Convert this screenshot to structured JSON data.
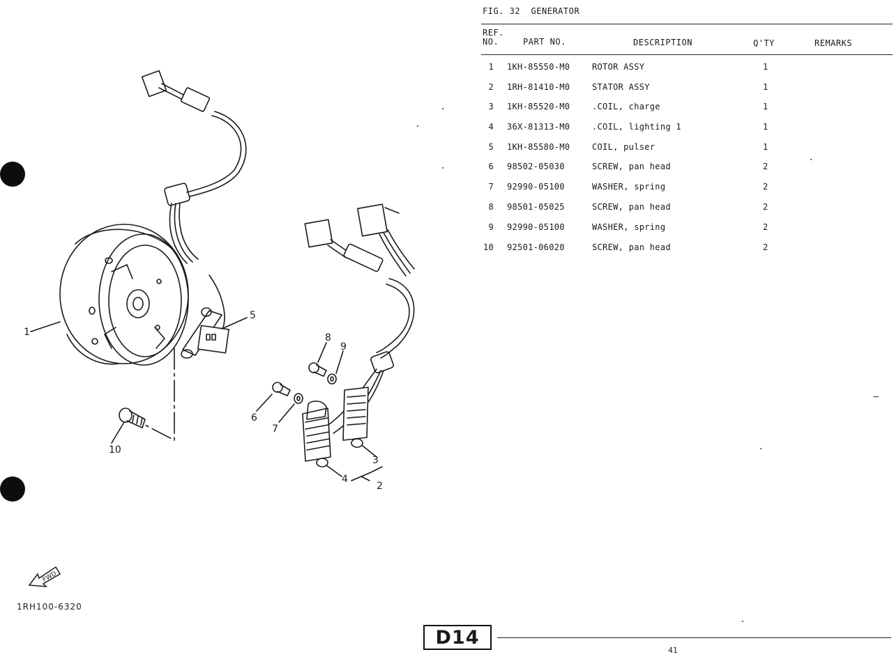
{
  "figure": {
    "number_label": "FIG. 32",
    "name": "GENERATOR"
  },
  "table_headers": {
    "ref_line1": "REF.",
    "ref_line2": "NO.",
    "part_no": "PART NO.",
    "description": "DESCRIPTION",
    "qty": "Q'TY",
    "remarks": "REMARKS"
  },
  "parts": [
    {
      "ref": "1",
      "part_no": "1KH-85550-M0",
      "description": "ROTOR ASSY",
      "qty": "1"
    },
    {
      "ref": "2",
      "part_no": "1RH-81410-M0",
      "description": "STATOR ASSY",
      "qty": "1"
    },
    {
      "ref": "3",
      "part_no": "1KH-85520-M0",
      "description": ".COIL, charge",
      "qty": "1"
    },
    {
      "ref": "4",
      "part_no": "36X-81313-M0",
      "description": ".COIL, lighting 1",
      "qty": "1"
    },
    {
      "ref": "5",
      "part_no": "1KH-85580-M0",
      "description": "COIL, pulser",
      "qty": "1"
    },
    {
      "ref": "6",
      "part_no": "98502-05030",
      "description": "SCREW, pan head",
      "qty": "2"
    },
    {
      "ref": "7",
      "part_no": "92990-05100",
      "description": "WASHER, spring",
      "qty": "2"
    },
    {
      "ref": "8",
      "part_no": "98501-05025",
      "description": "SCREW, pan head",
      "qty": "2"
    },
    {
      "ref": "9",
      "part_no": "92990-05100",
      "description": "WASHER, spring",
      "qty": "2"
    },
    {
      "ref": "10",
      "part_no": "92501-06020",
      "description": "SCREW, pan head",
      "qty": "2"
    }
  ],
  "diagram": {
    "callouts": [
      "1",
      "2",
      "3",
      "4",
      "5",
      "6",
      "7",
      "8",
      "9",
      "10"
    ],
    "catalog_code": "1RH100-6320",
    "fwd_label": "FWD"
  },
  "footer": {
    "section": "D14",
    "page": "41"
  }
}
